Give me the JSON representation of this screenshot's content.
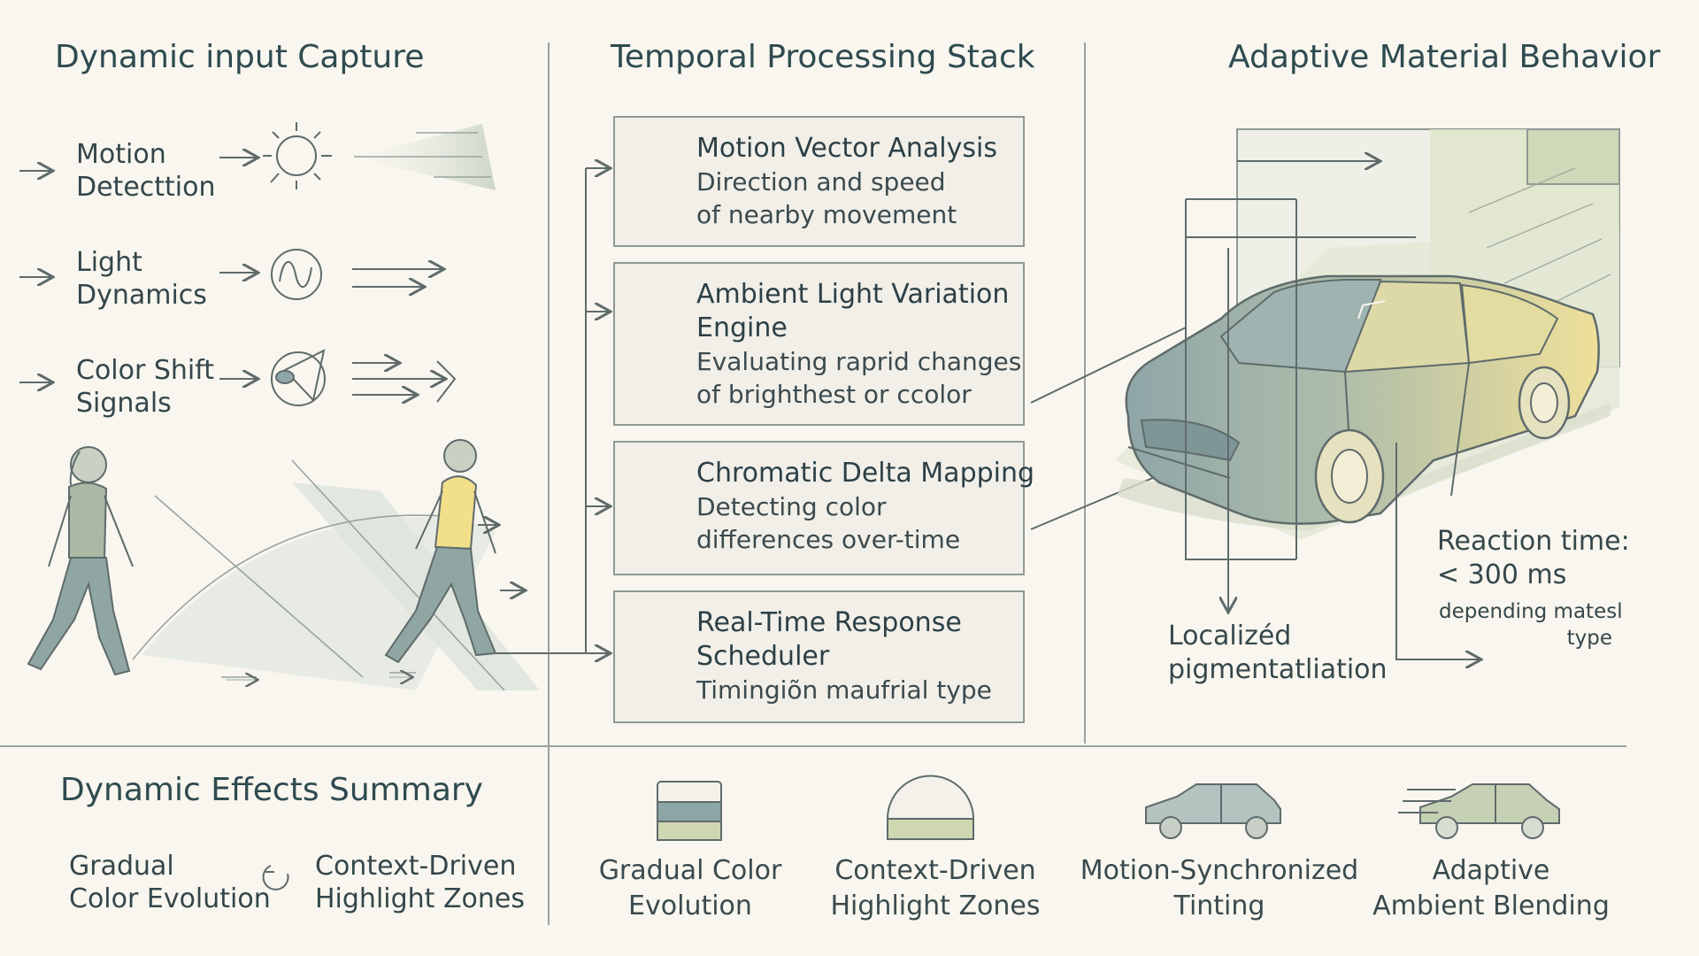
{
  "headings": {
    "capture": "Dynamic input Capture",
    "processing": "Temporal Processing Stack",
    "material": "Adaptive Material Behavior",
    "summary": "Dynamic Effects Summary"
  },
  "inputs": [
    {
      "line1": "Motion",
      "line2": "Detecttion",
      "icon": "sun-icon"
    },
    {
      "line1": "Light",
      "line2": "Dynamics",
      "icon": "wave-circle-icon"
    },
    {
      "line1": "Color Shift",
      "line2": "Signals",
      "icon": "color-shift-icon"
    }
  ],
  "stack": [
    {
      "title1": "Motion Vector Analysis",
      "title2": "",
      "desc1": "Direction and speed",
      "desc2": "of nearby movement"
    },
    {
      "title1": "Ambient Light Variation",
      "title2": "Engine",
      "desc1": "Evaluating raprid changes",
      "desc2": "of brighthest or ccolor"
    },
    {
      "title1": "Chromatic Delta Mapping",
      "title2": "",
      "desc1": "Detecting color",
      "desc2": "differences over-time"
    },
    {
      "title1": "Real-Time Response",
      "title2": "Scheduler",
      "desc1": "Timingiõn maufrial type",
      "desc2": ""
    }
  ],
  "material": {
    "localized1": "Localizéd",
    "localized2": "pigmentatliation",
    "reaction1": "Reaction time:",
    "reaction2": "< 300 ms",
    "reaction3": "depending matesl",
    "reaction4": "type"
  },
  "summary_left": [
    {
      "line1": "Gradual",
      "line2": "Color Evolution"
    },
    {
      "line1": "Context-Driven",
      "line2": "Highlight Zones"
    }
  ],
  "summary_items": [
    {
      "line1": "Gradual Color",
      "line2": "Evolution",
      "icon": "color-swatch-icon"
    },
    {
      "line1": "Context-Driven",
      "line2": "Highlight Zones",
      "icon": "dome-icon"
    },
    {
      "line1": "Motion-Synchronized",
      "line2": "Tinting",
      "icon": "car-icon"
    },
    {
      "line1": "Adaptive",
      "line2": "Ambient Blending",
      "icon": "moving-car-icon"
    }
  ],
  "colors": {
    "background": "#f8f6ee",
    "line": "#5f6b6b",
    "teal": "#8fa8a6",
    "sage": "#b9c7a4",
    "yellow": "#f1e29a",
    "accent_text": "#2f4a50"
  }
}
